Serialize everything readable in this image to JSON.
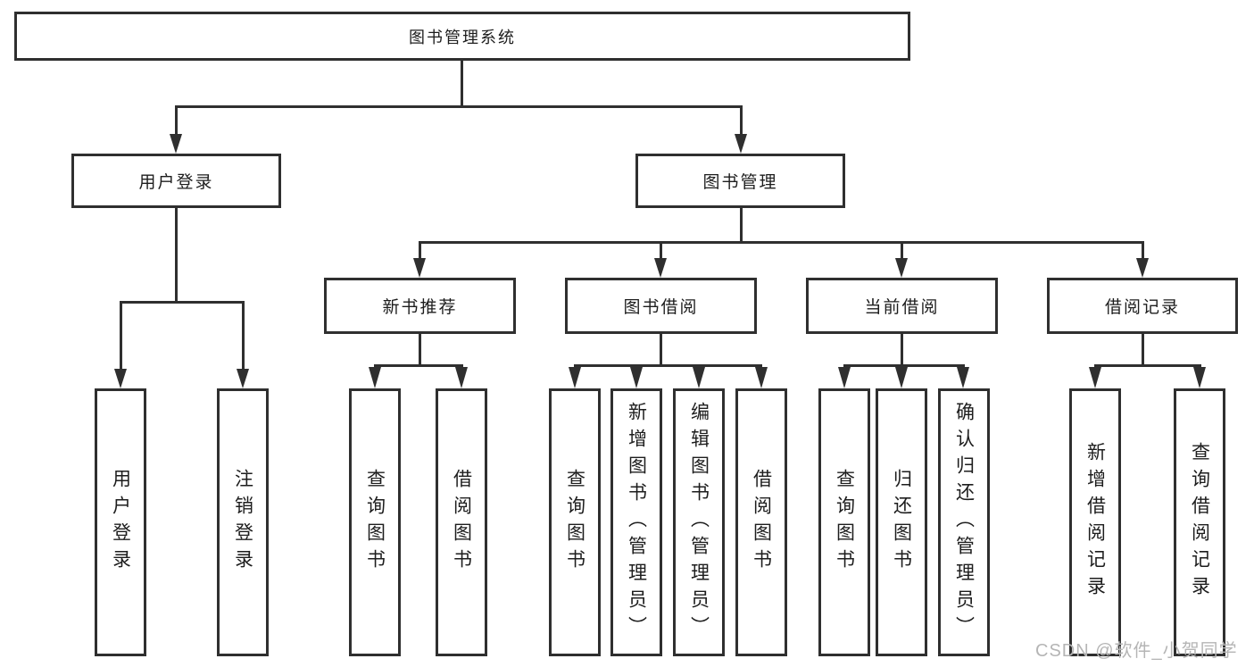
{
  "diagram": {
    "root": {
      "label": "图书管理系统"
    },
    "login": {
      "label": "用户登录",
      "children": [
        {
          "label": "用户登录"
        },
        {
          "label": "注销登录"
        }
      ]
    },
    "manage": {
      "label": "图书管理",
      "groups": [
        {
          "label": "新书推荐",
          "children": [
            {
              "label": "查询图书"
            },
            {
              "label": "借阅图书"
            }
          ]
        },
        {
          "label": "图书借阅",
          "children": [
            {
              "label": "查询图书"
            },
            {
              "label": "新增图书（管理员）"
            },
            {
              "label": "编辑图书（管理员）"
            },
            {
              "label": "借阅图书"
            }
          ]
        },
        {
          "label": "当前借阅",
          "children": [
            {
              "label": "查询图书"
            },
            {
              "label": "归还图书"
            },
            {
              "label": "确认归还（管理员）"
            }
          ]
        },
        {
          "label": "借阅记录",
          "children": [
            {
              "label": "新增借阅记录"
            },
            {
              "label": "查询借阅记录"
            }
          ]
        }
      ]
    }
  },
  "watermark": {
    "text": "CSDN @软件_小贺同学"
  },
  "colors": {
    "border": "#2f2f2f",
    "text": "#1d1d1d",
    "background": "#ffffff",
    "watermark": "#b5b5b5"
  }
}
